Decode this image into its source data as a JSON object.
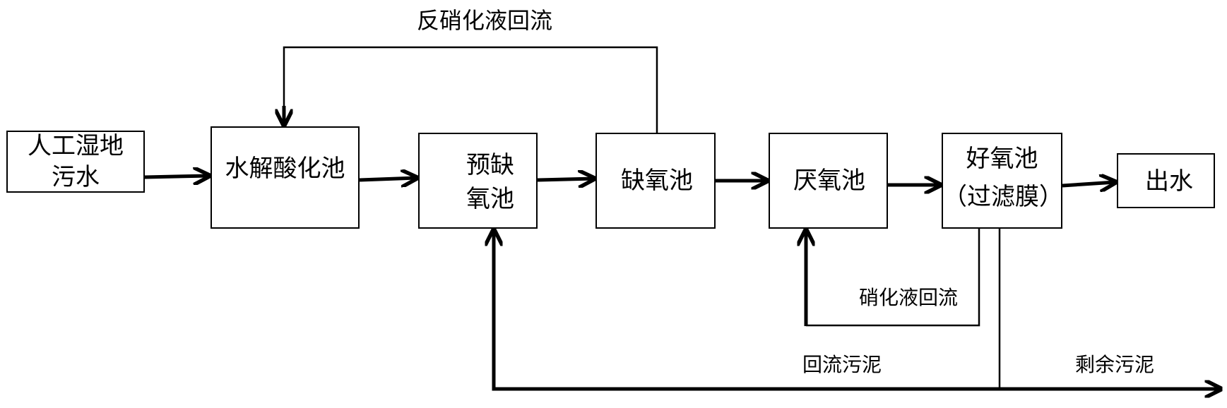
{
  "nodes": {
    "source": {
      "line1": "人工湿地",
      "line2": "污水"
    },
    "hydrolysis": {
      "label": "水解酸化池"
    },
    "pre_anoxic": {
      "line1": "预缺",
      "line2": "氧池"
    },
    "anoxic": {
      "label": "缺氧池"
    },
    "anaerobic": {
      "label": "厌氧池"
    },
    "aerobic": {
      "line1": "好氧池",
      "line2": "（过滤膜）"
    },
    "effluent": {
      "label": "出水"
    }
  },
  "edges": [
    {
      "from": "source",
      "to": "hydrolysis",
      "label": ""
    },
    {
      "from": "hydrolysis",
      "to": "pre_anoxic",
      "label": ""
    },
    {
      "from": "pre_anoxic",
      "to": "anoxic",
      "label": ""
    },
    {
      "from": "anoxic",
      "to": "anaerobic",
      "label": ""
    },
    {
      "from": "anaerobic",
      "to": "aerobic",
      "label": ""
    },
    {
      "from": "aerobic",
      "to": "effluent",
      "label": ""
    },
    {
      "from": "anoxic",
      "to": "hydrolysis",
      "label": "反硝化液回流"
    },
    {
      "from": "aerobic",
      "to": "anaerobic",
      "label": "硝化液回流"
    },
    {
      "from": "aerobic",
      "to": "pre_anoxic",
      "label": "回流污泥"
    },
    {
      "from": "aerobic",
      "to": "excess",
      "label": "剩余污泥"
    }
  ],
  "edge_labels": {
    "denitrification_return": "反硝化液回流",
    "nitrification_return": "硝化液回流",
    "sludge_return": "回流污泥",
    "excess_sludge": "剩余污泥"
  }
}
